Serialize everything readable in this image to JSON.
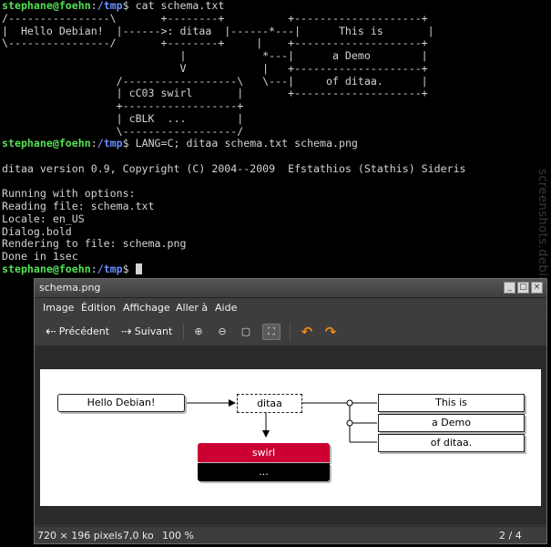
{
  "terminal": {
    "prompt_user": "stephane@foehn",
    "prompt_sep": ":",
    "prompt_path": "/tmp",
    "prompt_end": "$ ",
    "cmd1": "cat schema.txt",
    "ascii_lines": [
      "/----------------\\       +--------+          +--------------------+",
      "|  Hello Debian!  |------>: ditaa  |------*---|      This is       |",
      "\\----------------/       +--------+     |    +--------------------+",
      "                            |            *---|      a Demo        |",
      "                            V            |   +--------------------+",
      "                  /------------------\\   \\---|     of ditaa.      |",
      "                  | cC03 swirl       |       +--------------------+",
      "                  +------------------+",
      "                  | cBLK  ...        |",
      "                  \\------------------/"
    ],
    "cmd2": "LANG=C; ditaa schema.txt schema.png",
    "output_lines": [
      "ditaa version 0.9, Copyright (C) 2004--2009  Efstathios (Stathis) Sideris",
      "",
      "Running with options:",
      "Reading file: schema.txt",
      "Locale: en_US",
      "Dialog.bold",
      "Rendering to file: schema.png",
      "Done in 1sec"
    ]
  },
  "watermark": {
    "text": "screenshots.debian.net"
  },
  "viewer": {
    "title": "schema.png",
    "menu": [
      "Image",
      "Édition",
      "Affichage",
      "Aller à",
      "Aide"
    ],
    "toolbar": {
      "prev": "Précédent",
      "next": "Suivant"
    },
    "diagram": {
      "hello": "Hello Debian!",
      "ditaa": "ditaa",
      "swirl": "swirl",
      "dots": "...",
      "this_is": "This is",
      "a_demo": "a Demo",
      "of_ditaa": "of ditaa."
    },
    "status": {
      "dims": "720 × 196 pixels",
      "size": "7,0 ko",
      "zoom": "100 %",
      "page": "2 / 4"
    }
  },
  "colors": {
    "prompt_user": "#55e055",
    "prompt_path": "#6a8cff",
    "swirl": "#cc0033",
    "arrow_icons": "#f08a1c"
  },
  "icons": [
    "prev-arrow-icon",
    "next-arrow-icon",
    "zoom-in-icon",
    "zoom-out-icon",
    "zoom-normal-icon",
    "zoom-fit-icon",
    "rotate-left-icon",
    "rotate-right-icon"
  ]
}
